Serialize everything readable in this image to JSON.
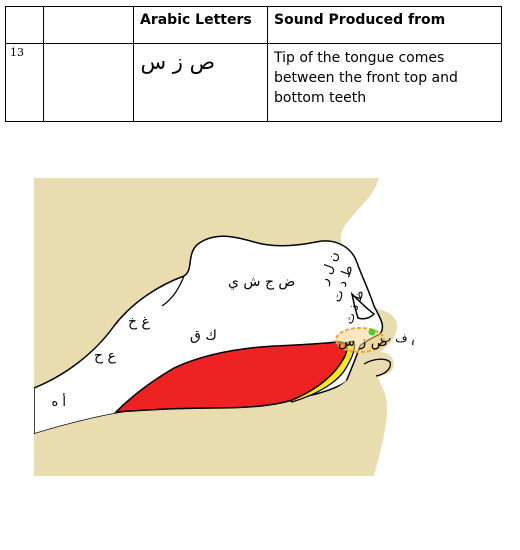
{
  "table": {
    "headers": [
      "",
      "",
      "Arabic Letters",
      "Sound Produced from"
    ],
    "row": {
      "number": "13",
      "blank": "",
      "arabic_letters": "ص ز س",
      "sound_description": "Tip of the tongue comes between the front top and bottom teeth"
    }
  },
  "diagram": {
    "labels": {
      "throat_lower": "أ ه",
      "throat_middle": "ع ح",
      "throat_upper": "غ خ",
      "back_tongue": "ك ق",
      "middle_tongue": "ض ج ش ي",
      "tip_upper_gum": "ن ل ر",
      "tip_gum_ridge": "ط د ت",
      "tip_teeth_edge": "ظ ذ ث",
      "whistling": "ص ز س",
      "lips": "و م ف ب"
    },
    "colors": {
      "background_tissue": "#e9ddb0",
      "cavity": "#ffffff",
      "tongue": "#ee2222",
      "tongue_underside": "#f6e81a",
      "outline": "#000000",
      "highlight_ring": "#f2a33a",
      "articulation_point": "#4ad12b"
    },
    "icons": [
      "articulation-point-dot",
      "highlight-ellipse"
    ]
  }
}
